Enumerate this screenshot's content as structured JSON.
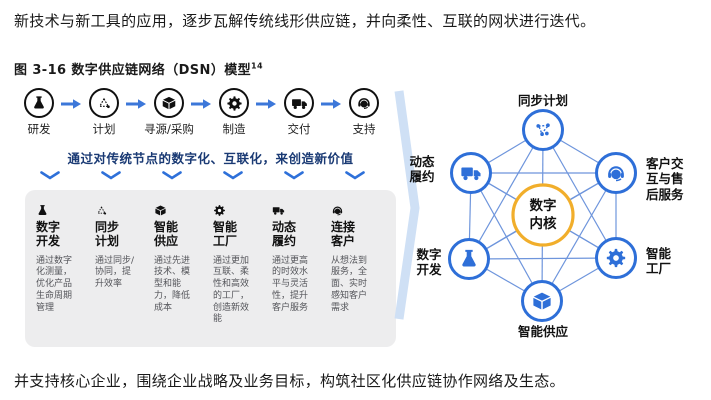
{
  "page": {
    "intro": "新技术与新工具的应用，逐步瓦解传统线形供应链，并向柔性、互联的网状进行迭代。",
    "caption_prefix": "图 3-16",
    "caption_title": " 数字供应链网络（DSN）模型",
    "caption_footnote": "14",
    "footer": "并支持核心企业，围绕企业战略及业务目标，构筑社区化供应链协作网络及生态。"
  },
  "chain": {
    "headline": "通过对传统节点的数字化、互联化，来创造新价值",
    "nodes": [
      {
        "label": "研发",
        "icon": "flask-icon"
      },
      {
        "label": "计划",
        "icon": "plan-icon"
      },
      {
        "label": "寻源/采购",
        "icon": "package-icon"
      },
      {
        "label": "制造",
        "icon": "gear-icon"
      },
      {
        "label": "交付",
        "icon": "truck-icon"
      },
      {
        "label": "支持",
        "icon": "headset-icon"
      }
    ]
  },
  "capabilities": [
    {
      "title": "数字\n开发",
      "desc": "通过数字化测量，优化产品生命周期管理",
      "icon": "flask-icon"
    },
    {
      "title": "同步\n计划",
      "desc": "通过同步/协同，提升效率",
      "icon": "plan-icon"
    },
    {
      "title": "智能\n供应",
      "desc": "通过先进技术、模型和能力，降低成本",
      "icon": "package-icon"
    },
    {
      "title": "智能\n工厂",
      "desc": "通过更加互联、柔性和高效的工厂，创造新效能",
      "icon": "gear-icon"
    },
    {
      "title": "动态\n履约",
      "desc": "通过更高的时效水平与灵活性，提升客户服务",
      "icon": "truck-icon"
    },
    {
      "title": "连接\n客户",
      "desc": "从想法到服务，全面、实时感知客户需求",
      "icon": "headset-icon"
    }
  ],
  "network": {
    "center_label": "数字\n内核",
    "nodes": [
      {
        "label": "同步计划",
        "icon": "sync-icon",
        "position": "top"
      },
      {
        "label": "客户交\n互与售\n后服务",
        "icon": "headset-icon",
        "position": "upper-right"
      },
      {
        "label": "智能\n工厂",
        "icon": "gear-icon",
        "position": "lower-right"
      },
      {
        "label": "智能供应",
        "icon": "package-icon",
        "position": "bottom"
      },
      {
        "label": "数字\n开发",
        "icon": "flask-icon",
        "position": "lower-left"
      },
      {
        "label": "动态\n履约",
        "icon": "truck-icon",
        "position": "upper-left"
      }
    ]
  },
  "colors": {
    "accent_blue": "#2e6fd8",
    "arrow_blue": "#3c77d9",
    "headline_navy": "#1a3a74",
    "network_line_blue": "#6e95dc",
    "core_orange": "#f1ae2b",
    "panel_gray": "#ededee",
    "big_arrow_light_blue": "#cfe0f5",
    "chain_circle_black": "#101010"
  }
}
